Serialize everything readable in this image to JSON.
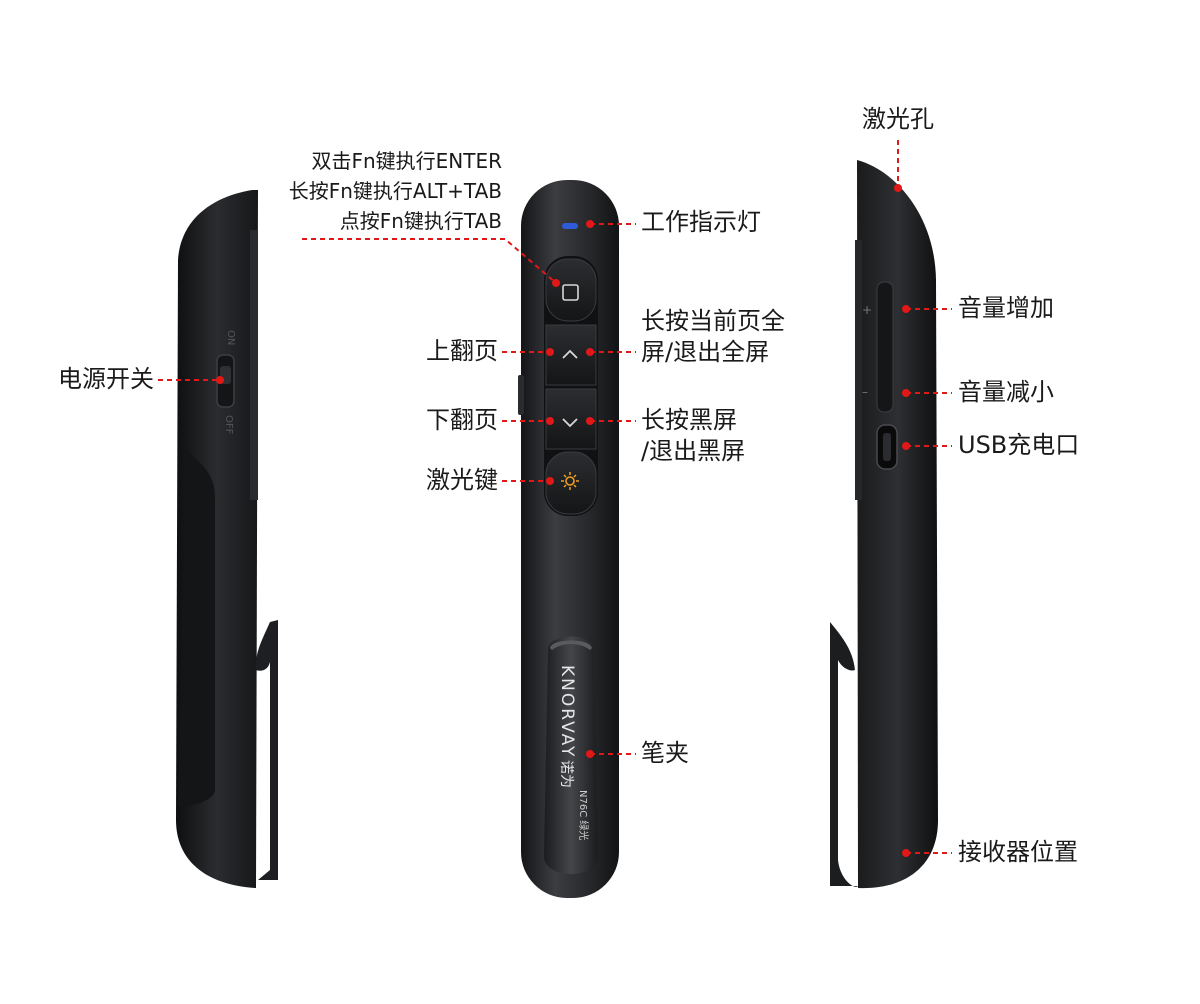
{
  "left_device": {
    "switch_on_text": "ON",
    "switch_off_text": "OFF",
    "power_switch_label": "电源开关"
  },
  "front_device": {
    "fn_labels": [
      "双击Fn键执行ENTER",
      "长按Fn键执行ALT+TAB",
      "点按Fn键执行TAB"
    ],
    "indicator_label": "工作指示灯",
    "page_up_label": "上翻页",
    "page_up_hold_label": [
      "长按当前页全",
      "屏/退出全屏"
    ],
    "page_down_label": "下翻页",
    "page_down_hold_label": [
      "长按黑屏",
      "/退出黑屏"
    ],
    "laser_key_label": "激光键",
    "clip_label": "笔夹",
    "brand_text": "KNORVAY",
    "brand_cn_text": "诺为",
    "model_text": "N76C 绿光"
  },
  "right_device": {
    "laser_hole_label": "激光孔",
    "volume_up_label": "音量增加",
    "volume_down_label": "音量减小",
    "usb_label": "USB充电口",
    "receiver_label": "接收器位置",
    "plus_mark": "+",
    "minus_mark": "–"
  },
  "colors": {
    "callout": "#e01818",
    "device_dark": "#1e1f22",
    "device_mid": "#3a3b3f",
    "indicator": "#2f5bd6",
    "laser_icon": "#f0a020"
  }
}
